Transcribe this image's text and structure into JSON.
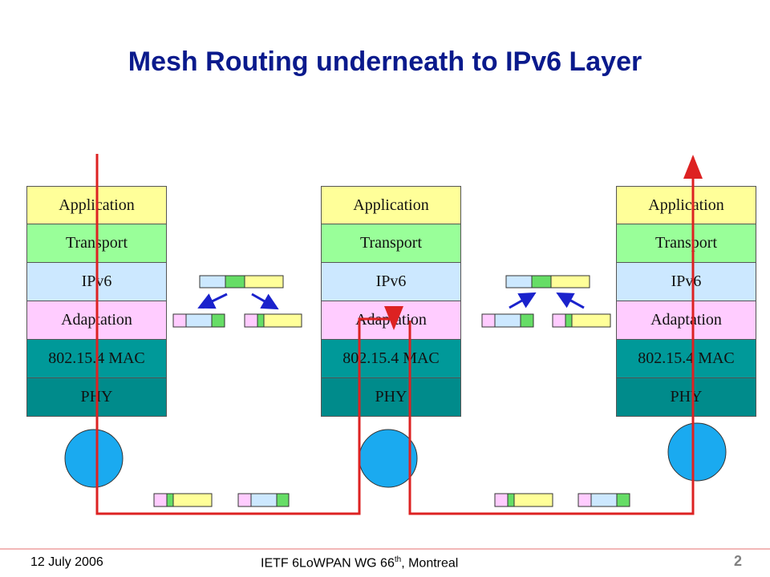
{
  "title": "Mesh Routing underneath to IPv6 Layer",
  "stacks": [
    {
      "layers": [
        "Application",
        "Transport",
        "IPv6",
        "Adaptation",
        "802.15.4 MAC",
        "PHY"
      ]
    },
    {
      "layers": [
        "Application",
        "Transport",
        "IPv6",
        "Adaptation",
        "802.15.4 MAC",
        "PHY"
      ]
    },
    {
      "layers": [
        "Application",
        "Transport",
        "IPv6",
        "Adaptation",
        "802.15.4 MAC",
        "PHY"
      ]
    }
  ],
  "footer": {
    "date": "12 July 2006",
    "meeting": "IETF 6LoWPAN WG 66",
    "meeting_sup": "th",
    "meeting_suffix": ", Montreal",
    "page": "2"
  },
  "colors": {
    "route_line": "#dd2222",
    "arrow": "#1a22cc",
    "node": "#1aaaf0",
    "application": "#ffff99",
    "transport": "#99ff99",
    "ipv6": "#cce8ff",
    "adaptation": "#ffccff",
    "mac": "#009999",
    "phy": "#008b8b"
  }
}
